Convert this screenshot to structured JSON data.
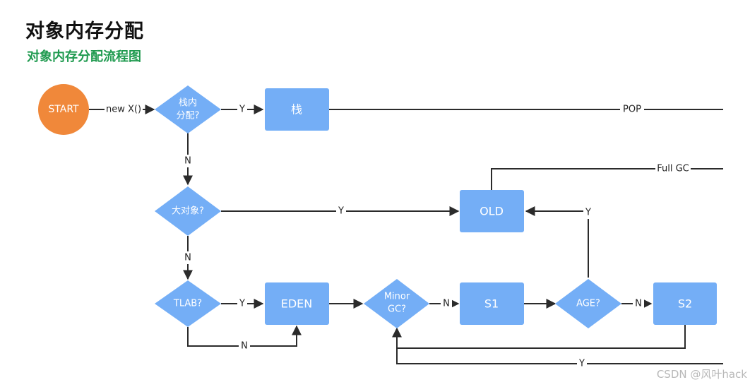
{
  "page": {
    "title": "对象内存分配",
    "subtitle": "对象内存分配流程图",
    "watermark": "CSDN @风叶hack"
  },
  "colors": {
    "start": "#f0883a",
    "box": "#74aef6",
    "line": "#2b2b2b",
    "subtitle": "#1f9a4f"
  },
  "diagram": {
    "nodes": {
      "start": "START",
      "stack_q": [
        "栈内",
        "分配?"
      ],
      "stack": "栈",
      "big_q": "大对象?",
      "old": "OLD",
      "tlab_q": "TLAB?",
      "eden": "EDEN",
      "minor_q": [
        "Minor",
        "GC?"
      ],
      "s1": "S1",
      "age_q": "AGE?",
      "s2": "S2"
    },
    "edges": {
      "new_x": "new X()",
      "stack_y": "Y",
      "pop": "POP",
      "stack_n": "N",
      "big_y": "Y",
      "big_n": "N",
      "full_gc": "Full GC",
      "age_y": "Y",
      "tlab_y": "Y",
      "tlab_n": "N",
      "minor_n": "N",
      "age_n": "N",
      "s2_y": "Y"
    }
  }
}
